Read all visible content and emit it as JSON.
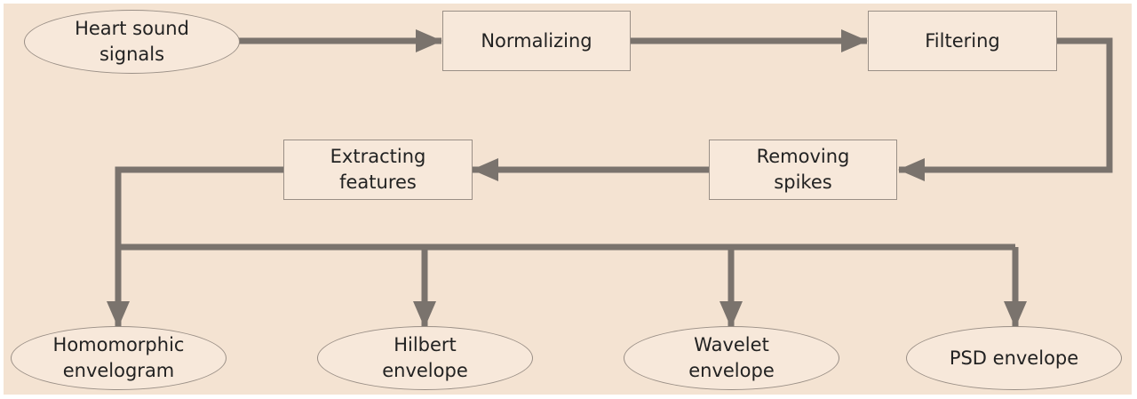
{
  "diagram": {
    "nodes": {
      "heart_sound_signals": "Heart sound\nsignals",
      "normalizing": "Normalizing",
      "filtering": "Filtering",
      "removing_spikes": "Removing\nspikes",
      "extracting_features": "Extracting\nfeatures",
      "homomorphic_envelogram": "Homomorphic\nenvelogram",
      "hilbert_envelope": "Hilbert\nenvelope",
      "wavelet_envelope": "Wavelet\nenvelope",
      "psd_envelope": "PSD envelope"
    },
    "edges": [
      {
        "from": "heart_sound_signals",
        "to": "normalizing"
      },
      {
        "from": "normalizing",
        "to": "filtering"
      },
      {
        "from": "filtering",
        "to": "removing_spikes"
      },
      {
        "from": "removing_spikes",
        "to": "extracting_features"
      },
      {
        "from": "extracting_features",
        "to": "homomorphic_envelogram"
      },
      {
        "from": "extracting_features",
        "to": "hilbert_envelope"
      },
      {
        "from": "extracting_features",
        "to": "wavelet_envelope"
      },
      {
        "from": "extracting_features",
        "to": "psd_envelope"
      }
    ],
    "colors": {
      "background": "#f4e3d2",
      "node_fill": "#f7e8da",
      "node_border": "#9a8f86",
      "arrow": "#7a736d",
      "text": "#222222"
    }
  }
}
